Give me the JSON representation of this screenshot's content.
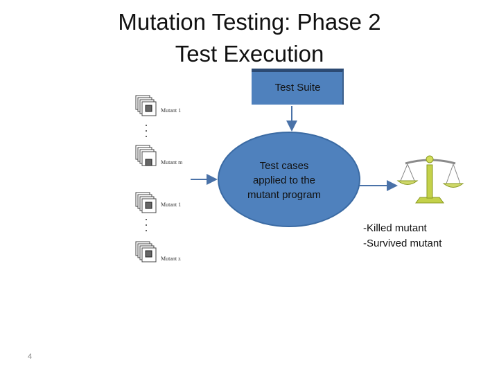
{
  "slide": {
    "title_line1": "Mutation Testing: Phase 2",
    "title_line2": "Test Execution",
    "test_suite_label": "Test Suite",
    "ellipse_lines": [
      "Test cases",
      "applied to  the",
      "mutant program"
    ],
    "result_lines": [
      "-Killed mutant",
      "-Survived mutant"
    ],
    "slide_number": "4"
  },
  "mutants": [
    {
      "label": "Mutant 1"
    },
    {
      "label": "Mutant m"
    },
    {
      "label": "Mutant 1"
    },
    {
      "label": "Mutant z"
    }
  ],
  "colors": {
    "box_fill": "#4f81bd",
    "box_border": "#2c4a73",
    "arrow": "#4a72a8",
    "scale_green": "#b8c83c"
  }
}
